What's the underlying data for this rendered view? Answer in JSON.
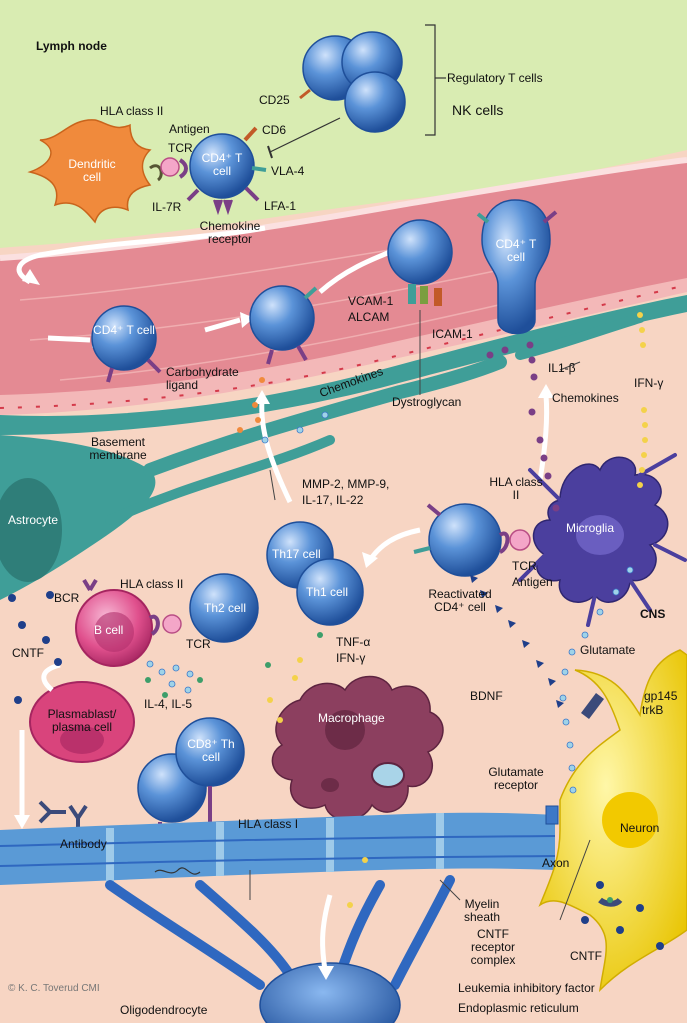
{
  "regions": {
    "lymph_node": "Lymph node",
    "cns": "CNS"
  },
  "labels": {
    "regulatory_t_cells": "Regulatory T cells",
    "nk_cells": "NK cells",
    "cd25": "CD25",
    "hla_class_ii_top": "HLA class II",
    "antigen_top": "Antigen",
    "cd6": "CD6",
    "tcr_top": "TCR",
    "vla4": "VLA-4",
    "dendritic_cell": "Dendritic cell",
    "cd4_t_cell": "CD4⁺ T cell",
    "il7r": "IL-7R",
    "lfa1": "LFA-1",
    "chemokine_receptor": "Chemokine receptor",
    "vcam1": "VCAM-1",
    "alcam": "ALCAM",
    "icam1": "ICAM-1",
    "carbohydrate_ligand": "Carbohydrate ligand",
    "chemokines_vessel": "Chemokines",
    "dystroglycan": "Dystroglycan",
    "il1b": "IL1-β",
    "ifn_gamma_right": "IFN-γ",
    "chemokines_cns": "Chemokines",
    "basement_membrane": "Basement membrane",
    "astrocyte": "Astrocyte",
    "mmp": "MMP-2, MMP-9,",
    "il17": "IL-17, IL-22",
    "hla_class_ii_micro": "HLA class II",
    "microglia": "Microglia",
    "th17_cell": "Th17 cell",
    "th1_cell": "Th1 cell",
    "tcr_micro": "TCR",
    "antigen_micro": "Antigen",
    "reactivated_cd4": "Reactivated CD4⁺ cell",
    "bcr": "BCR",
    "hla_class_ii_b": "HLA class II",
    "th2_cell": "Th2 cell",
    "b_cell": "B cell",
    "tcr_b": "TCR",
    "cntf_left": "CNTF",
    "il4_il5": "IL-4, IL-5",
    "tnf_alpha": "TNF-α",
    "ifn_gamma_mid": "IFN-γ",
    "glutamate": "Glutamate",
    "bdnf": "BDNF",
    "gp145": "gp145",
    "trkb": "trkB",
    "plasmablast": "Plasmablast/ plasma cell",
    "cd8_th_cell": "CD8⁺ Th cell",
    "macrophage": "Macrophage",
    "glutamate_receptor": "Glutamate receptor",
    "neuron": "Neuron",
    "antibody": "Antibody",
    "hla_class_i": "HLA class I",
    "axon": "Axon",
    "myelin_sheath": "Myelin sheath",
    "cntf_receptor_complex": "CNTF receptor complex",
    "cntf_right": "CNTF",
    "leukemia_inhibitory_factor": "Leukemia inhibitory factor",
    "endoplasmic_reticulum": "Endoplasmic reticulum",
    "oligodendrocyte": "Oligodendrocyte",
    "credit": "© K. C. Toverud CMI"
  },
  "colors": {
    "lymph_bg": "#d9ecb2",
    "cns_bg": "#f8d5c3",
    "vessel": "#e48a93",
    "vessel_light": "#f2b6b8",
    "astrocyte": "#3f9e98",
    "t_cell": "#3d78c8",
    "dendritic": "#f08a3c",
    "b_cell": "#e0508d",
    "plasma": "#d9447c",
    "macrophage": "#8c3f5f",
    "microglia": "#4b3f9e",
    "neuron": "#f4df30",
    "myelin": "#5a9ad6",
    "oligodendrocyte": "#2f68c0"
  }
}
